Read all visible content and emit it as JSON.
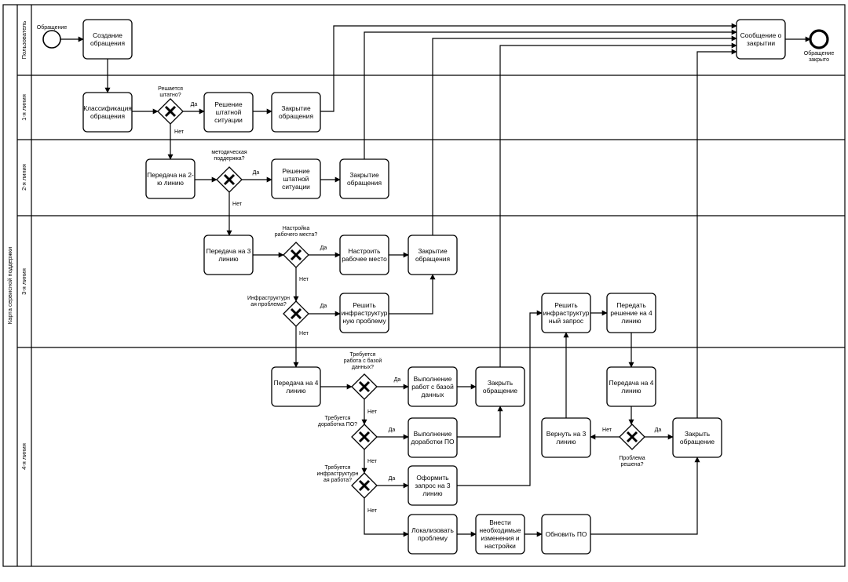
{
  "pool": {
    "label": "Карта сервисной поддержки"
  },
  "lanes": [
    {
      "id": "user",
      "label": "Пользователь"
    },
    {
      "id": "l1",
      "label": "1-я линия"
    },
    {
      "id": "l2",
      "label": "2-я линия"
    },
    {
      "id": "l3",
      "label": "3-я линия"
    },
    {
      "id": "l4",
      "label": "4-я линия"
    }
  ],
  "events": [
    {
      "id": "start",
      "lines": [
        "Обращение"
      ]
    },
    {
      "id": "end",
      "lines": [
        "Обращение",
        "закрыто"
      ]
    }
  ],
  "tasks": [
    {
      "id": "t_create",
      "lines": [
        "Создание",
        "обращения"
      ]
    },
    {
      "id": "t_msg",
      "lines": [
        "Сообщение о",
        "закрытии"
      ]
    },
    {
      "id": "t_class",
      "lines": [
        "Классификация",
        "обращения"
      ]
    },
    {
      "id": "t_solve1",
      "lines": [
        "Решение",
        "штатной",
        "ситуации"
      ]
    },
    {
      "id": "t_close1",
      "lines": [
        "Закрытие",
        "обращения"
      ]
    },
    {
      "id": "t_to2",
      "lines": [
        "Передача на 2-",
        "ю линию"
      ]
    },
    {
      "id": "t_solve2",
      "lines": [
        "Решение",
        "штатной",
        "ситуации"
      ]
    },
    {
      "id": "t_close2",
      "lines": [
        "Закрытие",
        "обращения"
      ]
    },
    {
      "id": "t_to3",
      "lines": [
        "Передача на 3",
        "линию"
      ]
    },
    {
      "id": "t_setup",
      "lines": [
        "Настроить",
        "рабочее место"
      ]
    },
    {
      "id": "t_close3",
      "lines": [
        "Закрытие",
        "обращения"
      ]
    },
    {
      "id": "t_infra3",
      "lines": [
        "Решить",
        "инфраструктур",
        "ную проблему"
      ]
    },
    {
      "id": "t_infrareq",
      "lines": [
        "Решить",
        "инфраструктур",
        "ный запрос"
      ]
    },
    {
      "id": "t_pass4",
      "lines": [
        "Передать",
        "решение на 4",
        "линию"
      ]
    },
    {
      "id": "t_to4",
      "lines": [
        "Передача на 4",
        "линию"
      ]
    },
    {
      "id": "t_db",
      "lines": [
        "Выполнение",
        "работ с базой",
        "данных"
      ]
    },
    {
      "id": "t_close4a",
      "lines": [
        "Закрыть",
        "обращение"
      ]
    },
    {
      "id": "t_to4b",
      "lines": [
        "Передача на 4",
        "линию"
      ]
    },
    {
      "id": "t_po",
      "lines": [
        "Выполнение",
        "доработки ПО"
      ]
    },
    {
      "id": "t_back3",
      "lines": [
        "Вернуть на 3",
        "линию"
      ]
    },
    {
      "id": "t_close4b",
      "lines": [
        "Закрыть",
        "обращение"
      ]
    },
    {
      "id": "t_req3",
      "lines": [
        "Оформить",
        "запрос на 3",
        "линию"
      ]
    },
    {
      "id": "t_local",
      "lines": [
        "Локализовать",
        "проблему"
      ]
    },
    {
      "id": "t_changes",
      "lines": [
        "Внести",
        "необходимые",
        "изменения и",
        "настройки"
      ]
    },
    {
      "id": "t_update",
      "lines": [
        "Обновить ПО"
      ]
    }
  ],
  "gateways": [
    {
      "id": "g1",
      "question": [
        "Решается",
        "штатно?"
      ]
    },
    {
      "id": "g2",
      "question": [
        "методическая",
        "поддержка?"
      ]
    },
    {
      "id": "g3",
      "question": [
        "Настройка",
        "рабочего места?"
      ]
    },
    {
      "id": "g4",
      "question": [
        "Инфраструктурн",
        "ая проблема?"
      ]
    },
    {
      "id": "g5",
      "question": [
        "Требуется",
        "работа с базой",
        "данных?"
      ]
    },
    {
      "id": "g6",
      "question": [
        "Требуется",
        "доработка ПО?"
      ]
    },
    {
      "id": "g7",
      "question": [
        "Требуется",
        "инфраструктурн",
        "ая работа?"
      ]
    },
    {
      "id": "g8",
      "question": [
        "Проблема",
        "решена?"
      ]
    }
  ],
  "flow_labels": [
    {
      "id": "f_g1_yes",
      "text": "Да"
    },
    {
      "id": "f_g1_no",
      "text": "Нет"
    },
    {
      "id": "f_g2_yes",
      "text": "Да"
    },
    {
      "id": "f_g2_no",
      "text": "Нет"
    },
    {
      "id": "f_g3_yes",
      "text": "Да"
    },
    {
      "id": "f_g3_no",
      "text": "Нет"
    },
    {
      "id": "f_g4_yes",
      "text": "Да"
    },
    {
      "id": "f_g4_no",
      "text": "Нет"
    },
    {
      "id": "f_g5_yes",
      "text": "Да"
    },
    {
      "id": "f_g5_no",
      "text": "Нет"
    },
    {
      "id": "f_g6_yes",
      "text": "Да"
    },
    {
      "id": "f_g6_no",
      "text": "Нет"
    },
    {
      "id": "f_g7_yes",
      "text": "Да"
    },
    {
      "id": "f_g7_no",
      "text": "Нет"
    },
    {
      "id": "f_g8_yes",
      "text": "Да"
    },
    {
      "id": "f_g8_no",
      "text": "Нет"
    }
  ]
}
